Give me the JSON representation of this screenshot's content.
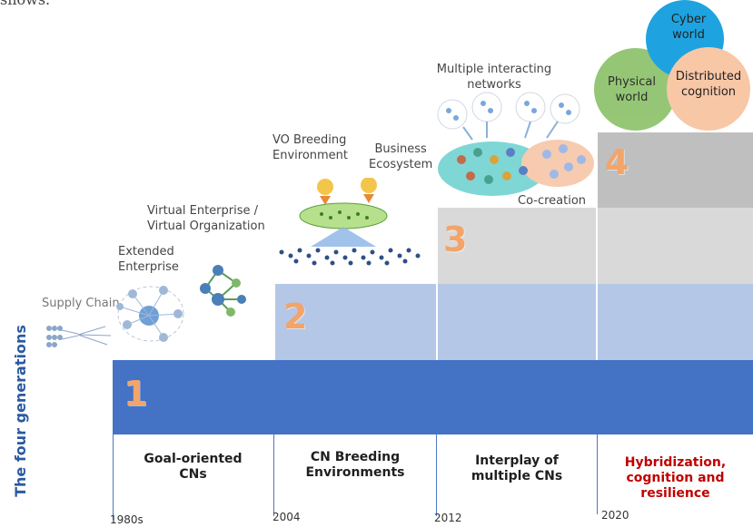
{
  "top_fragment": "shows.",
  "side_title": "The four  generations",
  "generations": [
    {
      "number": "1",
      "label": "Goal-oriented CNs",
      "label_lines": [
        "Goal-oriented",
        "CNs"
      ],
      "year": "1980s"
    },
    {
      "number": "2",
      "label": "CN Breeding Environments",
      "label_lines": [
        "CN Breeding",
        "Environments"
      ],
      "year": "2004"
    },
    {
      "number": "3",
      "label": "Interplay of multiple CNs",
      "label_lines": [
        "Interplay of",
        "multiple CNs"
      ],
      "year": "2012"
    },
    {
      "number": "4",
      "label": "Hybridization, cognition and resilience",
      "label_lines": [
        "Hybridization,",
        "cognition and",
        "resilience"
      ],
      "year": "2020"
    }
  ],
  "annotations": {
    "supply_chain": "Supply Chain",
    "extended_enterprise": [
      "Extended",
      "Enterprise"
    ],
    "virtual_enterprise": [
      "Virtual Enterprise /",
      "Virtual Organization"
    ],
    "vo_breeding": [
      "VO Breeding",
      "Environment"
    ],
    "business_ecosystem": [
      "Business",
      "Ecosystem"
    ],
    "multiple_networks": [
      "Multiple interacting",
      "networks"
    ],
    "co_creation": "Co-creation"
  },
  "worlds": {
    "cyber": [
      "Cyber",
      "world"
    ],
    "physical": [
      "Physical",
      "world"
    ],
    "distributed": [
      "Distributed",
      "cognition"
    ]
  },
  "colors": {
    "gen1_bar": "#4472c4",
    "gen2_bar": "#b4c7e7",
    "gen34_bar": "#d9d9d9",
    "gen4_top": "#bfbfbf",
    "number": "#f2a46a",
    "gen4_label": "#c00000",
    "cyber": "#1ea3e0",
    "physical": "#8fc46f",
    "distributed": "#f8c7a6"
  }
}
